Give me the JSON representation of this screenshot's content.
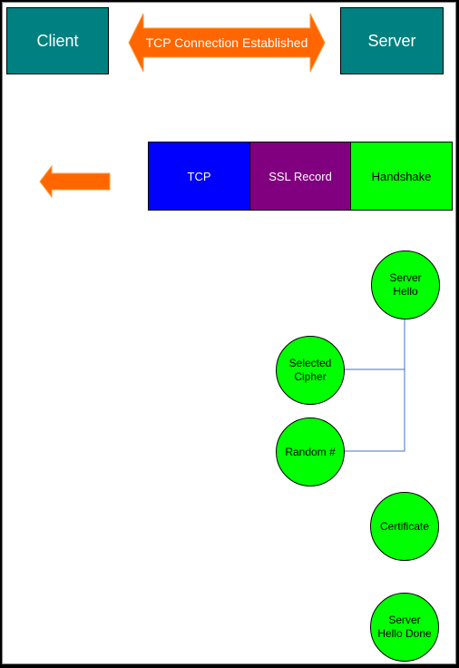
{
  "colors": {
    "frame": "#000000",
    "canvas_bg": "#ffffff",
    "endpoint_fill": "#008080",
    "arrow_fill": "#ff6600",
    "tcp_fill": "#0000ff",
    "ssl_fill": "#800080",
    "handshake_fill": "#00ff00",
    "circle_fill": "#00ff00",
    "connector": "#4472c4"
  },
  "endpoints": {
    "client_label": "Client",
    "server_label": "Server"
  },
  "connection_arrow": {
    "label": "TCP Connection Established",
    "icon": "double-arrow-icon"
  },
  "direction_arrow": {
    "icon": "left-arrow-icon"
  },
  "record_segments": [
    {
      "label": "TCP",
      "text_color": "#ffffff"
    },
    {
      "label": "SSL Record",
      "text_color": "#ffffff"
    },
    {
      "label": "Handshake",
      "text_color": "#000000"
    }
  ],
  "messages": {
    "server_hello": "Server\nHello",
    "selected_cipher": "Selected\nCipher",
    "random": "Random #",
    "certificate": "Certificate",
    "server_hello_done": "Server\nHello Done"
  }
}
